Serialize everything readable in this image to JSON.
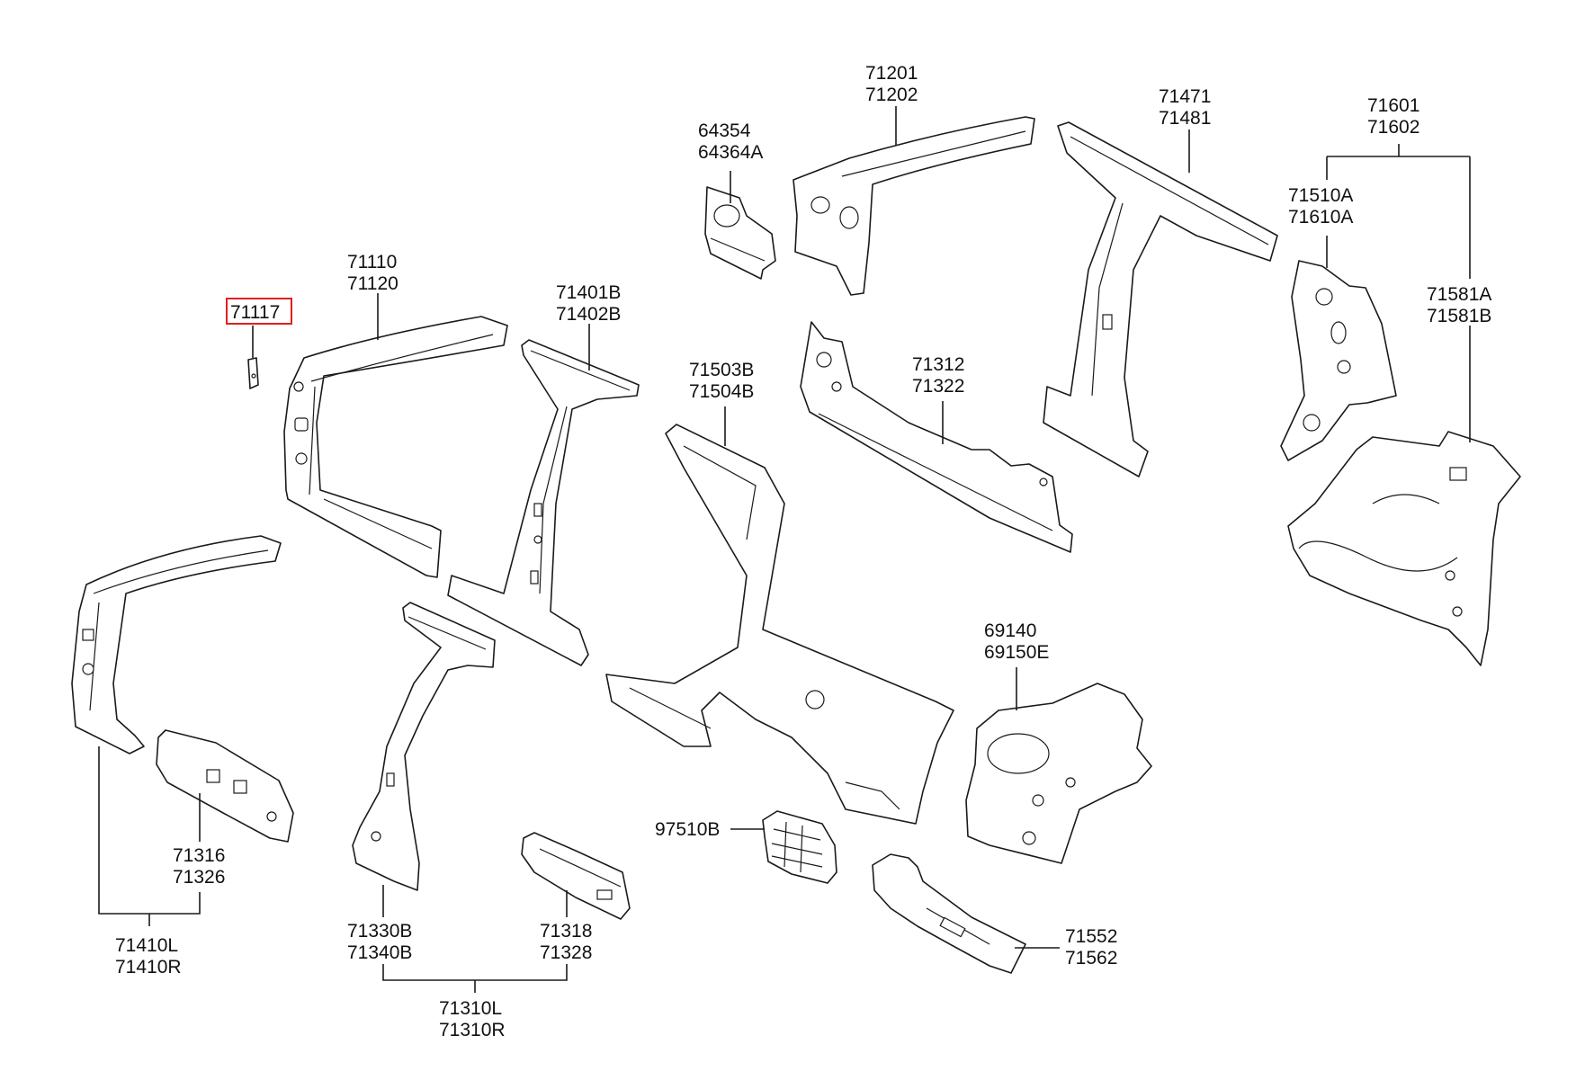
{
  "diagram": {
    "highlight_color": "#e02020",
    "line_color": "#1a1a1a",
    "labels": {
      "p71117": "71117",
      "p71110": "71110",
      "p71120": "71120",
      "p71401B": "71401B",
      "p71402B": "71402B",
      "p64354": "64354",
      "p64364A": "64364A",
      "p71201": "71201",
      "p71202": "71202",
      "p71471": "71471",
      "p71481": "71481",
      "p71601": "71601",
      "p71602": "71602",
      "p71510A": "71510A",
      "p71610A": "71610A",
      "p71581A": "71581A",
      "p71581B": "71581B",
      "p71503B": "71503B",
      "p71504B": "71504B",
      "p71312": "71312",
      "p71322": "71322",
      "p69140": "69140",
      "p69150E": "69150E",
      "p97510B": "97510B",
      "p71552": "71552",
      "p71562": "71562",
      "p71316": "71316",
      "p71326": "71326",
      "p71410L": "71410L",
      "p71410R": "71410R",
      "p71330B": "71330B",
      "p71340B": "71340B",
      "p71318": "71318",
      "p71328": "71328",
      "p71310L": "71310L",
      "p71310R": "71310R"
    }
  }
}
